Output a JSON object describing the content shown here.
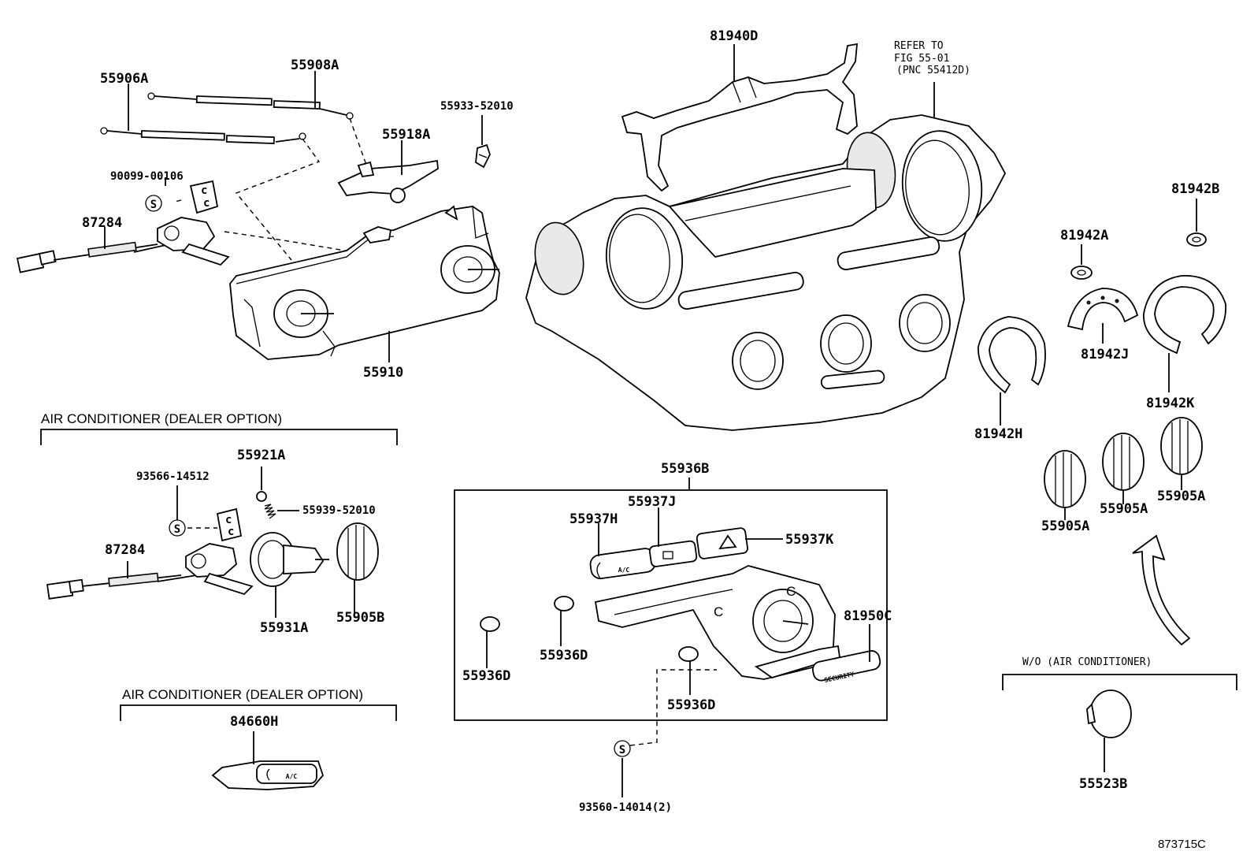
{
  "diagram_id": "873715C",
  "sections": {
    "ac_dealer_option_1": "AIR CONDITIONER (DEALER OPTION)",
    "ac_dealer_option_2": "AIR CONDITIONER (DEALER OPTION)",
    "wo_ac": "W/O (AIR CONDITIONER)"
  },
  "refer_note": {
    "line1": "REFER TO",
    "line2": "FIG 55-01",
    "line3": "(PNC 55412D)"
  },
  "button_text": {
    "ac": "A/C",
    "security": "SECURITY",
    "c_mark": "C"
  },
  "parts": {
    "p55906A": "55906A",
    "p55908A": "55908A",
    "p90099": "90099-00106",
    "p87284_top": "87284",
    "p55918A": "55918A",
    "p55933": "55933-52010",
    "p55910": "55910",
    "p81940D": "81940D",
    "p81942A": "81942A",
    "p81942B": "81942B",
    "p81942J": "81942J",
    "p81942K": "81942K",
    "p81942H": "81942H",
    "p55905A_1": "55905A",
    "p55905A_2": "55905A",
    "p55905A_3": "55905A",
    "p55921A": "55921A",
    "p93566": "93566-14512",
    "p55939": "55939-52010",
    "p87284_bot": "87284",
    "p55931A": "55931A",
    "p55905B": "55905B",
    "p84660H": "84660H",
    "p55936B": "55936B",
    "p55937J": "55937J",
    "p55937H": "55937H",
    "p55937K": "55937K",
    "p55936D_1": "55936D",
    "p55936D_2": "55936D",
    "p55936D_3": "55936D",
    "p81950C": "81950C",
    "p93560": "93560-14014(2)",
    "p55523B": "55523B"
  }
}
